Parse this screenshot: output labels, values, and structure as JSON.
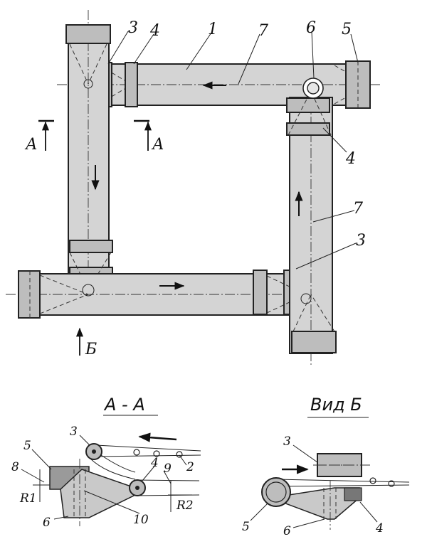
{
  "plan": {
    "labels": {
      "n1": "1",
      "n7_top": "7",
      "n6": "6",
      "n5": "5",
      "n3_top": "3",
      "n4_top": "4",
      "n4_right": "4",
      "n7_right": "7",
      "n3_right": "3"
    },
    "section_marks": {
      "left": "А",
      "right": "А",
      "view": "Б"
    }
  },
  "section_aa": {
    "title": "А - А",
    "labels": {
      "n3": "3",
      "n4": "4",
      "n5": "5",
      "n6": "6",
      "n8": "8",
      "n9": "9",
      "n10": "10",
      "n2": "2",
      "r1": "R1",
      "r2": "R2"
    }
  },
  "view_b": {
    "title": "Вид Б",
    "labels": {
      "n3": "3",
      "n4": "4",
      "n5": "5",
      "n6": "6"
    }
  },
  "colors": {
    "belt_fill": "#d4d4d4",
    "pulley_fill": "#bdbdbd",
    "stroke": "#222222"
  }
}
